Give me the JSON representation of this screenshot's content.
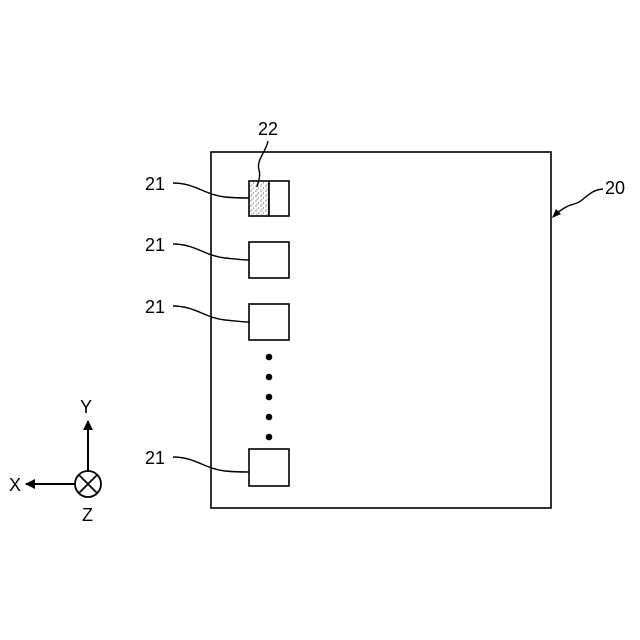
{
  "labels": {
    "panel": "20",
    "element": "21",
    "stippled_part": "22",
    "axis_x": "X",
    "axis_y": "Y",
    "axis_z": "Z"
  },
  "colors": {
    "line": "#000000",
    "background": "#ffffff"
  }
}
